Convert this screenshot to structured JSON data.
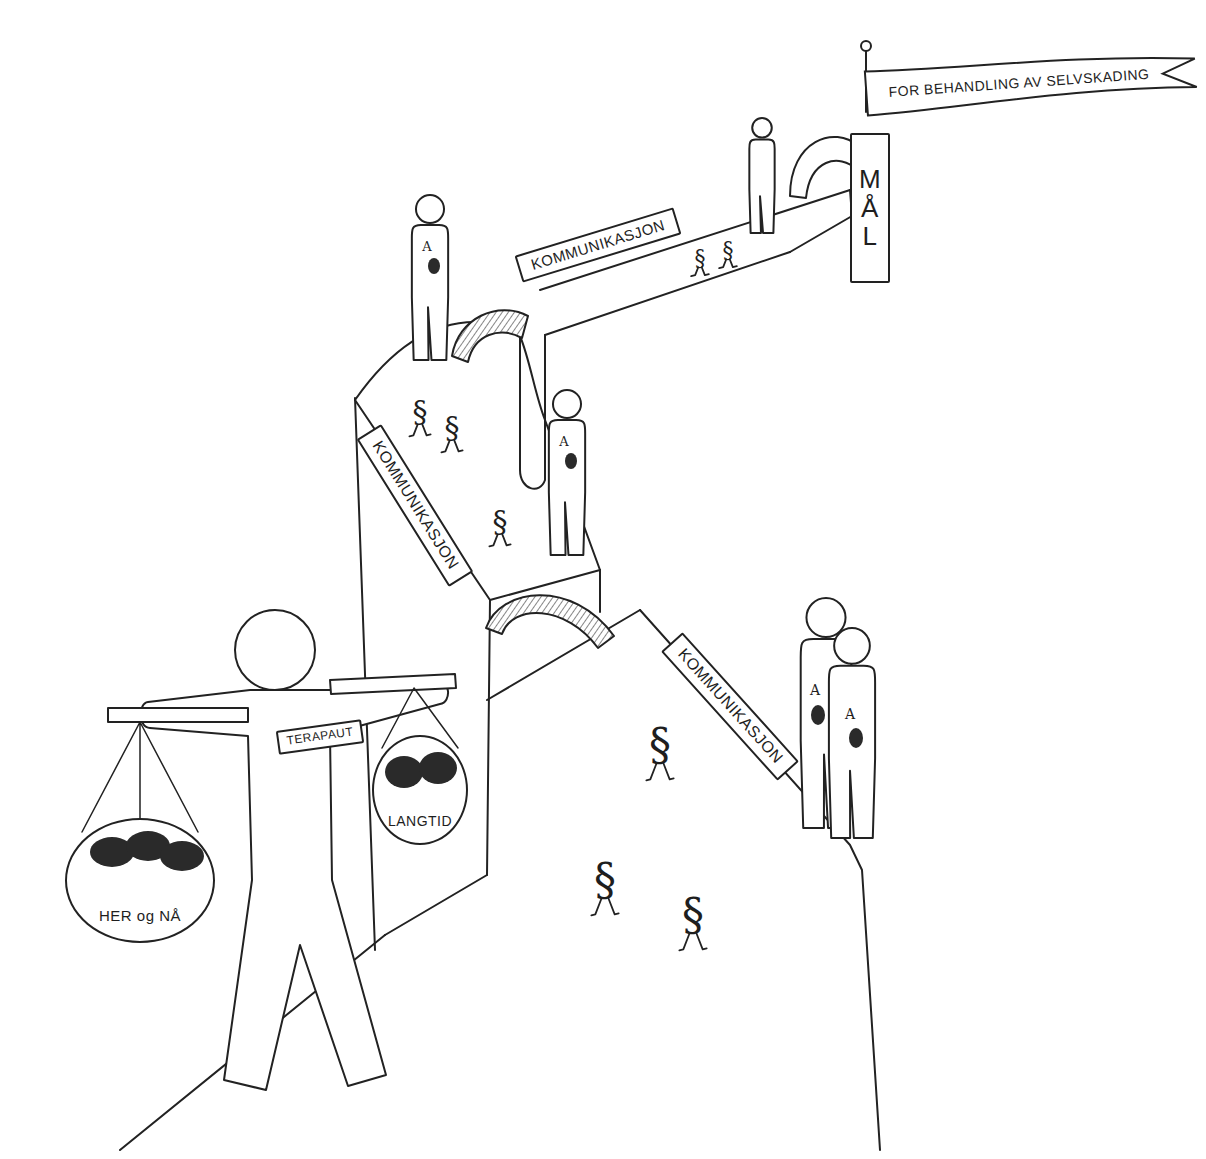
{
  "diagram": {
    "nodes": [
      {
        "text": [
          "FOR BEHANDLING AV SELVSKADING"
        ]
      },
      {
        "text": [
          "MÅL"
        ]
      },
      {
        "text": [
          "KOMMUNIKASJON"
        ]
      },
      {
        "text": [
          "KOMMUNIKASJON"
        ]
      },
      {
        "text": [
          "KOMMUNIKASJON"
        ]
      },
      {
        "text": [
          "TERAPAUT"
        ]
      },
      {
        "text": [
          "HER og NÅ"
        ]
      },
      {
        "text": [
          "LANGTID"
        ]
      }
    ],
    "edges": [],
    "labels": [
      "§",
      "§",
      "A",
      "§",
      "§",
      "§",
      "A",
      "A",
      "A",
      "§",
      "§",
      "§"
    ]
  }
}
